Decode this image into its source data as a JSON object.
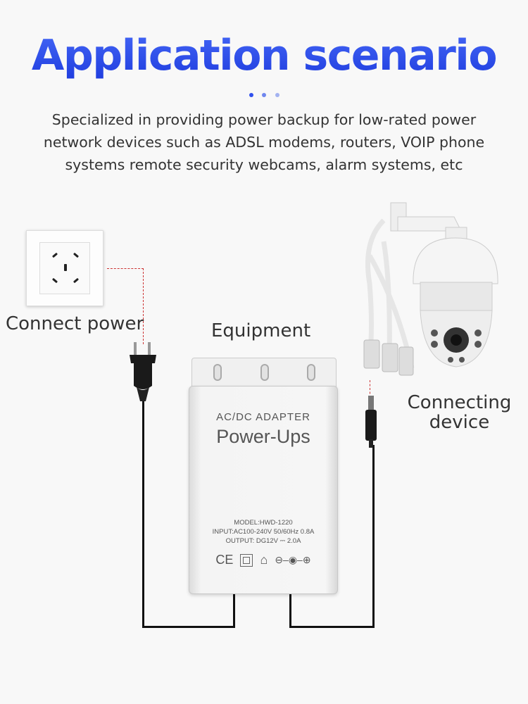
{
  "header": {
    "title": "Application scenario",
    "description": "Specialized in providing power backup for low-rated power network devices such as ADSL modems, routers, VOIP phone systems remote security webcams, alarm systems, etc"
  },
  "labels": {
    "power": "Connect power",
    "equipment": "Equipment",
    "device_line1": "Connecting",
    "device_line2": "device"
  },
  "adapter": {
    "line1": "AC/DC ADAPTER",
    "line2": "Power-Ups",
    "model": "MODEL:HWD-1220",
    "input": "INPUT:AC100-240V  50/60Hz 0.8A",
    "output": "OUTPUT:  DG12V ⎓ 2.0A",
    "ce": "CE"
  },
  "colors": {
    "accent": "#2f4ff0",
    "dots": [
      "#3050ee",
      "#6f86ee",
      "#a3b2f0"
    ]
  }
}
